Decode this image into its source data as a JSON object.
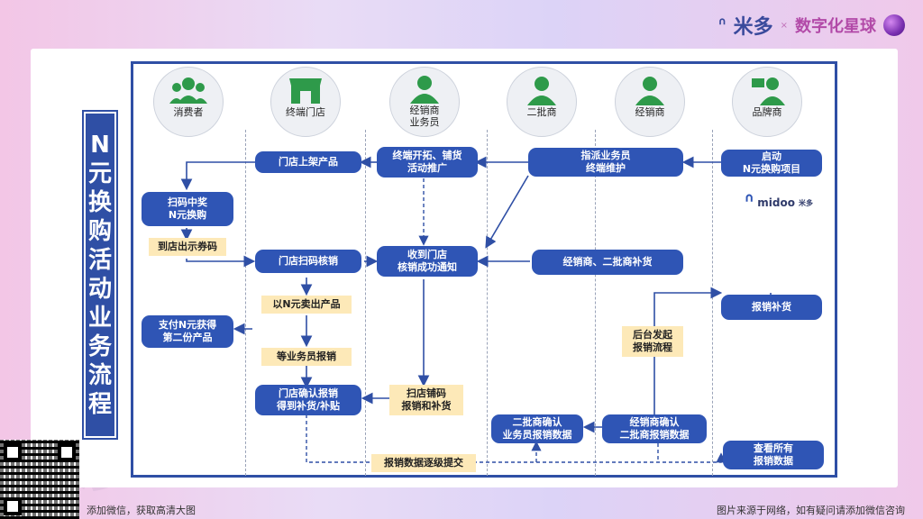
{
  "brand": {
    "midoo": "米多",
    "xq": "数字化星球"
  },
  "title_chars": [
    "N",
    "元",
    "换",
    "购",
    "活",
    "动",
    "业",
    "务",
    "流",
    "程"
  ],
  "roles": [
    {
      "label": "消费者"
    },
    {
      "label": "终端门店"
    },
    {
      "label": "经销商\n业务员"
    },
    {
      "label": "二批商"
    },
    {
      "label": "经销商"
    },
    {
      "label": "品牌商"
    }
  ],
  "nodes": {
    "n_launch": "启动\nN元换购项目",
    "n_assign": "指派业务员\n终端维护",
    "n_expand": "终端开拓、铺货\n活动推广",
    "n_shelf": "门店上架产品",
    "n_scan_win": "扫码中奖\nN元换购",
    "n_store_verify": "门店扫码核销",
    "n_notify": "收到门店\n核销成功通知",
    "n_replenish": "经销商、二批商补货",
    "n_pay": "支付N元获得\n第二份产品",
    "n_confirm": "门店确认报销\n得到补货/补贴",
    "n_scan_store": "扫店铺码\n报销和补货",
    "n_reimb_goods": "报销补货",
    "n_second_confirm": "二批商确认\n业务员报销数据",
    "n_dealer_confirm": "经销商确认\n二批商报销数据",
    "n_view_all": "查看所有\n报销数据"
  },
  "tags": {
    "t_show_coupon": "到店出示券码",
    "t_sell_n": "以N元卖出产品",
    "t_wait": "等业务员报销",
    "t_backend": "后台发起\n报销流程",
    "t_submit": "报销数据逐级提交"
  },
  "logo": {
    "text": "midoo",
    "sub": "米多"
  },
  "watermark": {
    "t1": "米多",
    "t2": "数字化星球",
    "t3": "midoo"
  },
  "footer": {
    "left": "添加微信，获取高清大图",
    "right": "图片来源于网络，如有疑问请添加微信咨询"
  },
  "colors": {
    "node": "#2f55b5",
    "tag": "#fde9b8",
    "frame": "#2f4fa5",
    "role_green": "#2e9a4a"
  }
}
